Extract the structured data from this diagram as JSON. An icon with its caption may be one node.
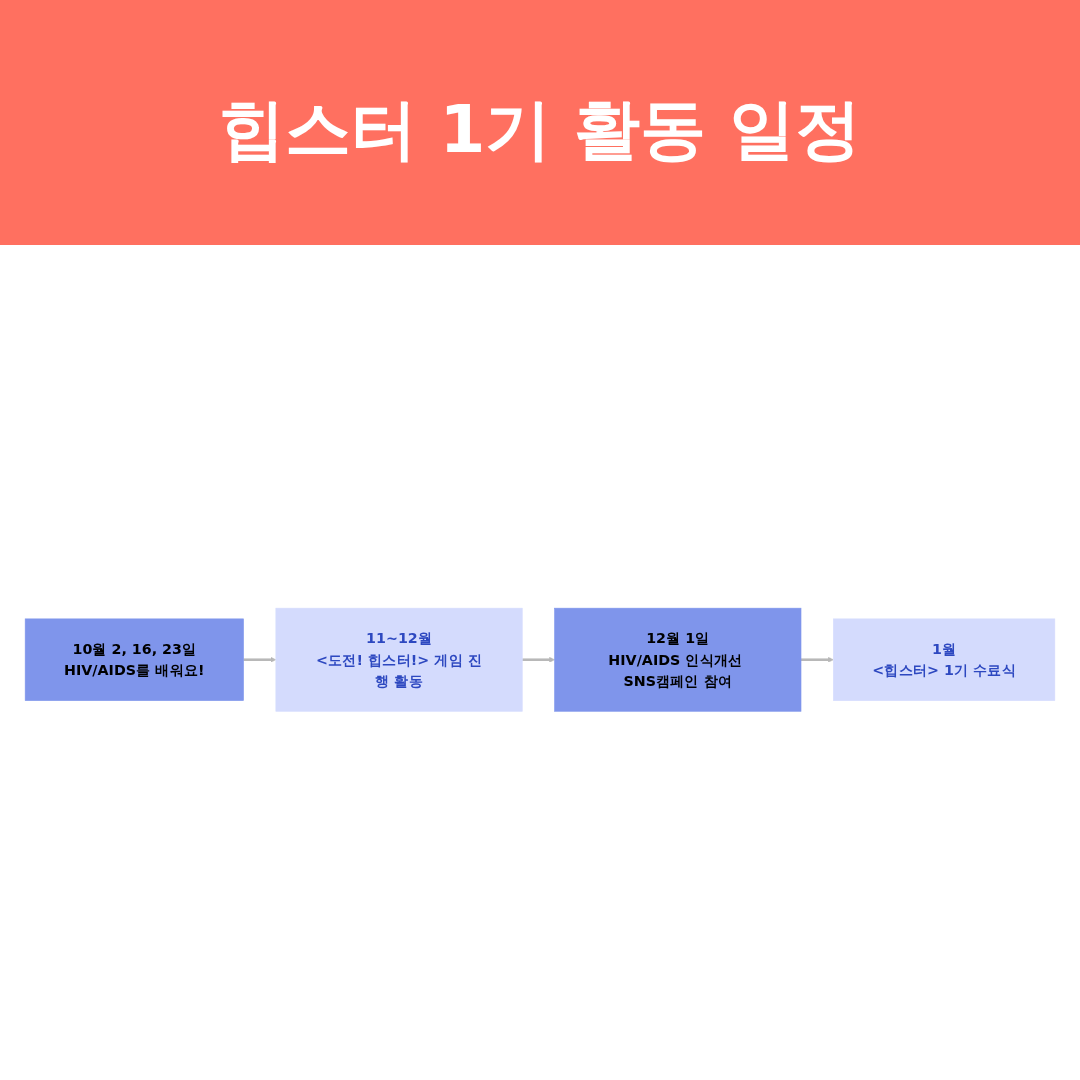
{
  "diagram": {
    "title": "힙스터 1기 활동 일정",
    "nodes": [
      {
        "text": [
          "10월 2, 16, 23일",
          "HIV/AIDS를 배워요!"
        ]
      },
      {
        "text": [
          "11~12월",
          "<도전! 힙스터!> 게임 진행 활동"
        ]
      },
      {
        "text": [
          "12월 1일",
          "HIV/AIDS 인식개선 SNS캠페인 참여"
        ]
      },
      {
        "text": [
          "1월",
          "<힙스터> 1기 수료식"
        ]
      }
    ],
    "edges": [
      {
        "from": 0,
        "to": 1,
        "arrow": "to"
      },
      {
        "from": 1,
        "to": 2,
        "arrow": "to"
      },
      {
        "from": 2,
        "to": 3,
        "arrow": "to"
      }
    ]
  }
}
